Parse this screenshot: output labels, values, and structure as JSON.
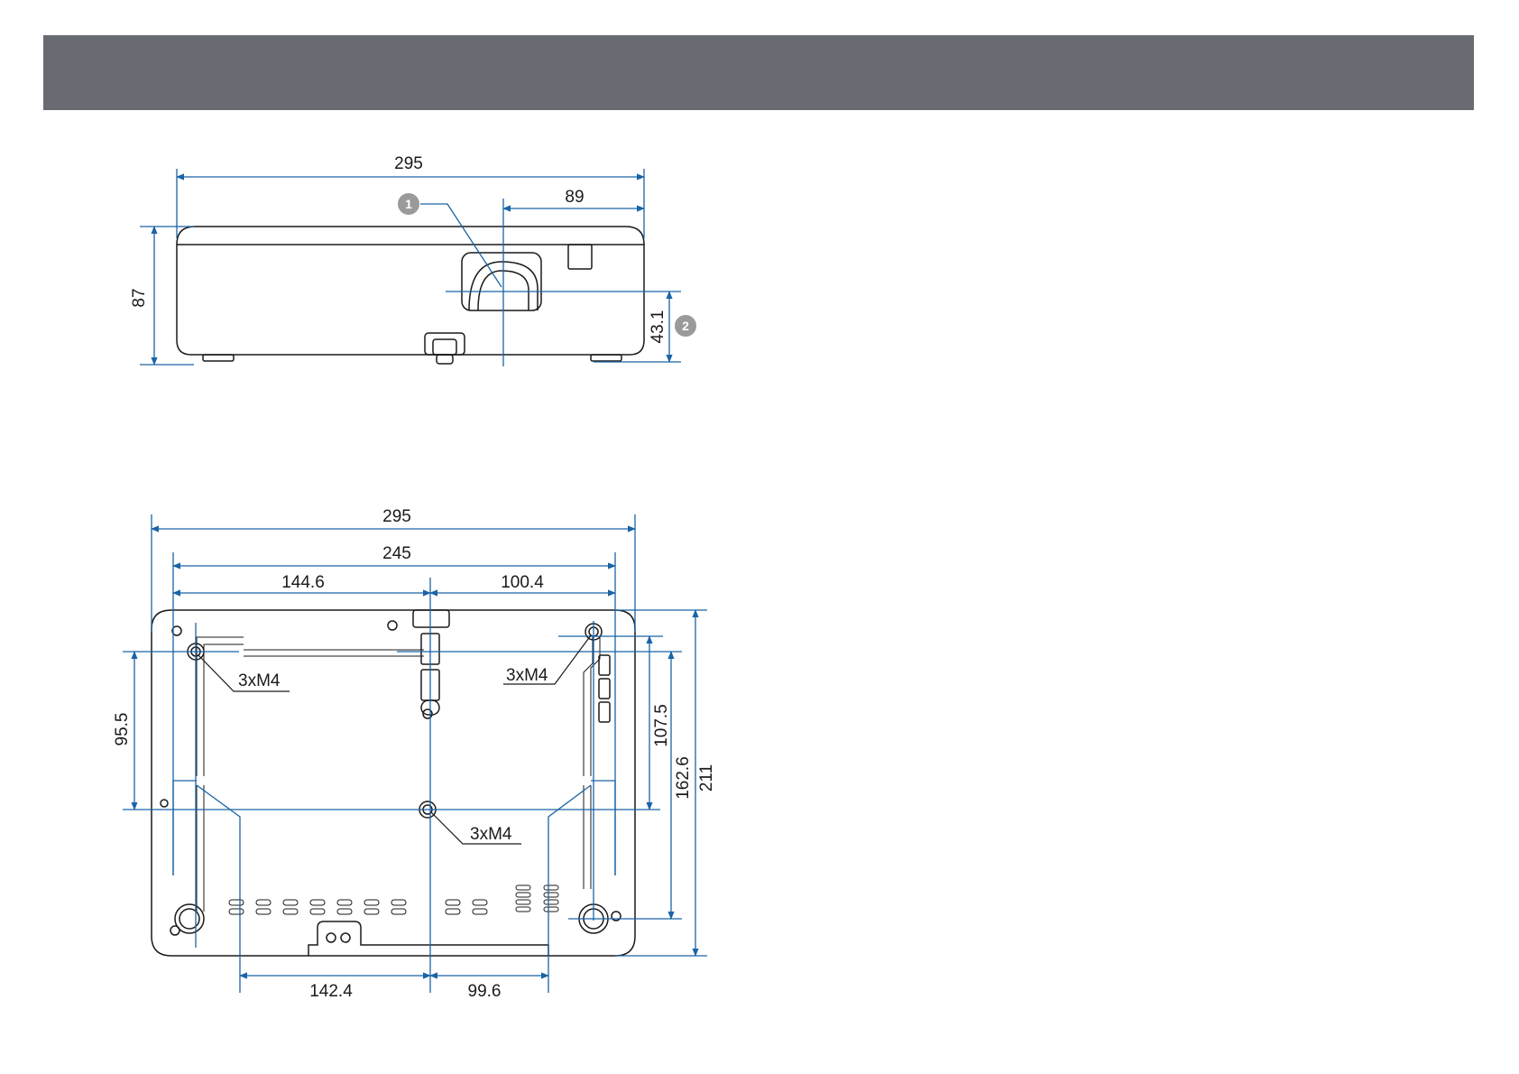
{
  "colors": {
    "header": "#686b71",
    "dimension": "#1a64a6",
    "outline": "#1a1a1a",
    "callout": "#9a9a9a"
  },
  "front_view": {
    "width_label": "295",
    "lens_offset_label": "89",
    "height_label": "87",
    "lens_height_label": "43.1",
    "callout_1": "1",
    "callout_2": "2"
  },
  "bottom_view": {
    "width_label": "295",
    "hole_span_label": "245",
    "left_hole_label": "144.6",
    "right_hole_label": "100.4",
    "bottom_left_label": "142.4",
    "bottom_right_label": "99.6",
    "left_height_label": "95.5",
    "right_height_1_label": "107.5",
    "right_height_2_label": "162.6",
    "depth_label": "211",
    "screw_label_1": "3xM4",
    "screw_label_2": "3xM4",
    "screw_label_3": "3xM4"
  }
}
